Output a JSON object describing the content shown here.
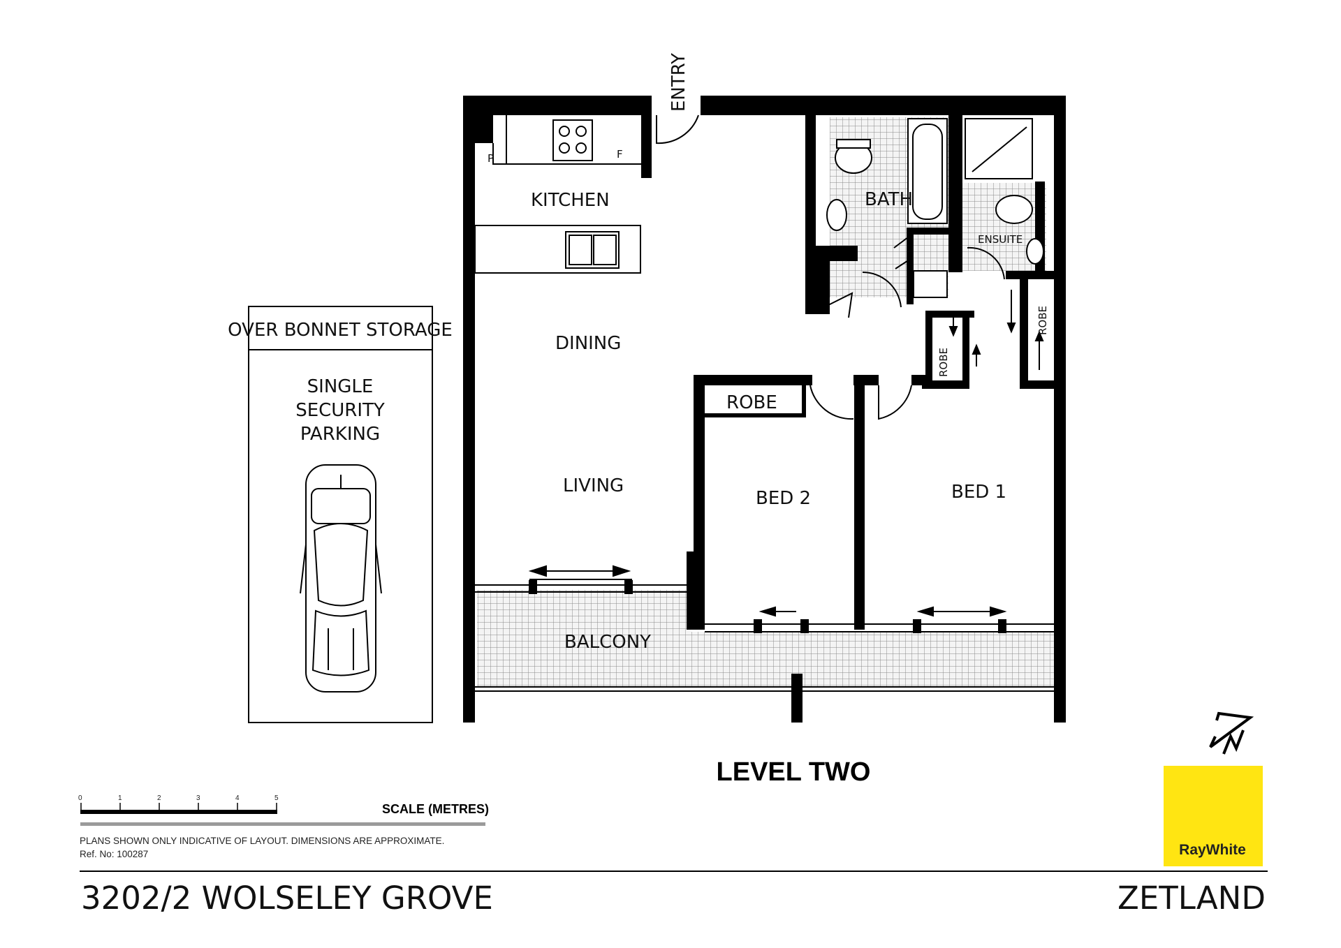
{
  "plan": {
    "rooms": {
      "entry": "ENTRY",
      "kitchen": "KITCHEN",
      "pantry": "P",
      "fridge": "F",
      "dining": "DINING",
      "living": "LIVING",
      "balcony": "BALCONY",
      "bath": "BATH",
      "ensuite": "ENSUITE",
      "robe_bed2": "ROBE",
      "robe_left": "ROBE",
      "robe_right": "ROBE",
      "bed2": "BED 2",
      "bed1": "BED 1"
    },
    "parking": {
      "header": "OVER BONNET STORAGE",
      "line1": "SINGLE",
      "line2": "SECURITY",
      "line3": "PARKING"
    },
    "level": "LEVEL TWO"
  },
  "scale": {
    "ticks": [
      "0",
      "1",
      "2",
      "3",
      "4",
      "5"
    ],
    "label": "SCALE (METRES)"
  },
  "disclaimer": {
    "line1": "PLANS SHOWN ONLY INDICATIVE OF LAYOUT.  DIMENSIONS ARE APPROXIMATE.",
    "line2": "Ref. No: 100287"
  },
  "footer": {
    "address": "3202/2 WOLSELEY GROVE",
    "suburb": "ZETLAND"
  },
  "brand": {
    "logo_text": "RayWhite",
    "logo_color": "#FFE512",
    "logo_icon": "raywhite-logo"
  },
  "compass": {
    "icon": "north-arrow-icon",
    "letter": "N"
  }
}
